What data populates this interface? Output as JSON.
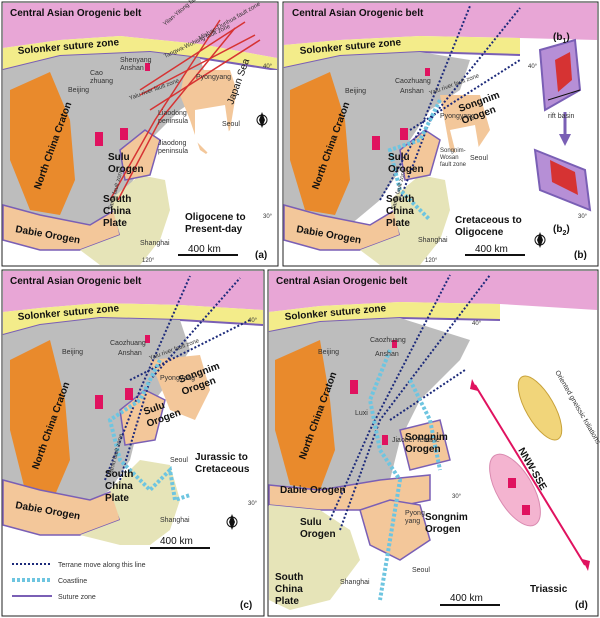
{
  "panels": {
    "a": {
      "letter": "(a)",
      "period": [
        "Oligocene to",
        "Present-day"
      ],
      "cab": "Central Asian Orogenic belt",
      "solonker": "Solonker suture zone",
      "ncc": "North China Craton",
      "dabie": "Dabie Orogen",
      "sulu": [
        "Sulu",
        "Orogen"
      ],
      "scp": [
        "South",
        "China",
        "Plate"
      ],
      "sea": "Japan Sea",
      "cities": {
        "shenyang": "Shenyang",
        "anshan": "Anshan",
        "caozhuang": [
          "Cao",
          "zhuang"
        ],
        "beijing": "Beijing",
        "pyongyang": "Pyongyang",
        "seoul": "Seoul",
        "shanghai": "Shanghai"
      },
      "faults": {
        "yilan": "Yilan-Yitong fault zone",
        "mishan": "Mishan-Dunhua fault zone",
        "tangwa": "Tangwa-Wohting fault zone",
        "yalu": "Yalu river fault zone",
        "tanlu": "Tanlu fault zone"
      },
      "penin": {
        "liao": [
          "Liaodong",
          "peninsula"
        ],
        "jiao": [
          "Jiaodong",
          "peninsula"
        ]
      },
      "scale": "400 km",
      "lat40": "40°",
      "lat30": "30°",
      "lon120": "120°"
    },
    "b": {
      "letter": "(b)",
      "period": [
        "Cretaceous to",
        "Oligocene"
      ],
      "cab": "Central Asian Orogenic belt",
      "solonker": "Solonker suture zone",
      "ncc": "North China Craton",
      "dabie": "Dabie Orogen",
      "sulu": [
        "Sulu",
        "Orogen"
      ],
      "songnim": [
        "Songnim",
        "Orogen"
      ],
      "scp": [
        "South",
        "China",
        "Plate"
      ],
      "cities": {
        "caozhuang": "Caozhuang",
        "anshan": "Anshan",
        "beijing": "Beijing",
        "pyongyang": "Pyongyang",
        "seoul": "Seoul",
        "shanghai": "Shanghai"
      },
      "faults": {
        "yalu": "Yalu river fault zone",
        "tanlu": "Tanlu fault zone",
        "wosan": [
          "Songnim-",
          "Wosan",
          "fault zone"
        ]
      },
      "b1": "(b",
      "b1sub": "1",
      "b2": "(b",
      "b2sub": "2",
      "b1close": ")",
      "b2close": ")",
      "rift": "rift basin",
      "scale": "400 km",
      "lat40": "40°",
      "lat30": "30°",
      "lon120": "120°"
    },
    "c": {
      "letter": "(c)",
      "period": [
        "Jurassic to",
        "Cretaceous"
      ],
      "cab": "Central Asian Orogenic belt",
      "solonker": "Solonker suture zone",
      "ncc": "North China Craton",
      "dabie": "Dabie Orogen",
      "sulu": [
        "Sulu",
        "Orogen"
      ],
      "songnim": [
        "Songnim",
        "Orogen"
      ],
      "scp": [
        "South",
        "China",
        "Plate"
      ],
      "cities": {
        "caozhuang": "Caozhuang",
        "anshan": "Anshan",
        "beijing": "Beijing",
        "pyongyang": "Pyongyang",
        "seoul": "Seoul",
        "shanghai": "Shanghai"
      },
      "faults": {
        "yalu": "Yalu river fault zone",
        "tanlu": "Tanlu fault zone"
      },
      "scale": "400 km",
      "lat40": "40°",
      "lat30": "30°",
      "legend": [
        {
          "label": "Terrane move along this line"
        },
        {
          "label": "Coastline"
        },
        {
          "label": "Suture zone"
        }
      ]
    },
    "d": {
      "letter": "(d)",
      "period": "Triassic",
      "cab": "Central Asian Orogenic belt",
      "solonker": "Solonker suture zone",
      "ncc": "North China Craton",
      "dabie": "Dabie Orogen",
      "sulu": [
        "Sulu",
        "Orogen"
      ],
      "songnim1": [
        "Songnim",
        "Orogen"
      ],
      "songnim2": [
        "Songnim",
        "Orogen"
      ],
      "scp": [
        "South",
        "China",
        "Plate"
      ],
      "cities": {
        "caozhuang": "Caozhuang",
        "anshan": "Anshan",
        "beijing": "Beijing",
        "luxi": "Luxi",
        "pyongyang": [
          "Pyong",
          "yang"
        ],
        "seoul": "Seoul",
        "shanghai": "Shanghai"
      },
      "jiaobei": "Jiaobei Terrane",
      "foliation": "Oriented gneissic foliations",
      "nnw": "NNW-SSE",
      "scale": "400 km",
      "lat40": "40°",
      "lat30": "30°"
    }
  },
  "colors": {
    "cab": "#e8a6d6",
    "solonker": "#f3ec8a",
    "ncc_core": "#bdbdbd",
    "orogen_orange": "#e98a2c",
    "orogen_light": "#f3c79a",
    "scp": "#e6e4b8",
    "suture": "#7a5fb5",
    "terrane_line": "#1c2a7a",
    "coast": "#6ec5e0",
    "fault": "#d63333",
    "marker": "#e0125f"
  }
}
